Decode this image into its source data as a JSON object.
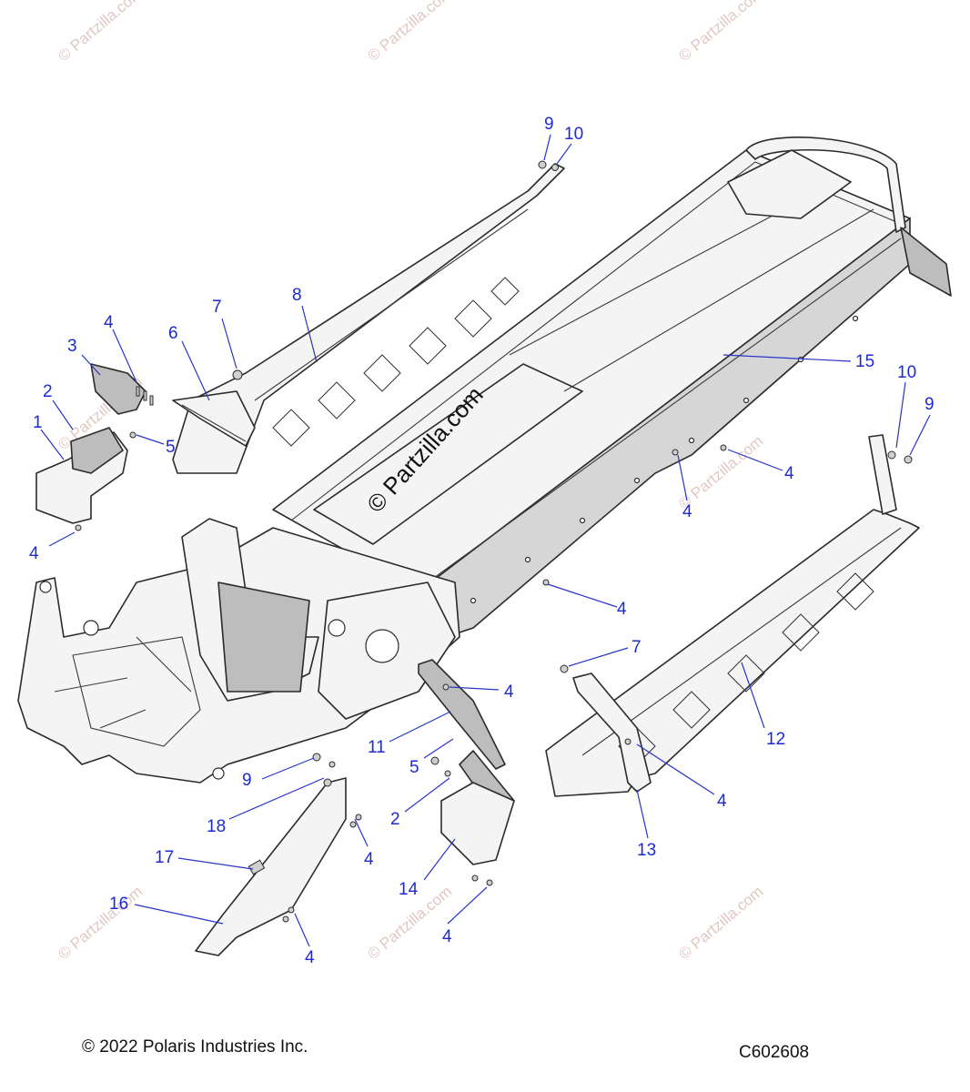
{
  "watermark": "© Partzilla.com",
  "center_watermark": "© Partzilla.com",
  "footer": {
    "copyright": "© 2022 Polaris Industries Inc.",
    "diagram_code": "C602608"
  },
  "callouts": [
    {
      "id": "c1",
      "label": "1"
    },
    {
      "id": "c2a",
      "label": "2"
    },
    {
      "id": "c3",
      "label": "3"
    },
    {
      "id": "c4a",
      "label": "4"
    },
    {
      "id": "c5a",
      "label": "5"
    },
    {
      "id": "c6",
      "label": "6"
    },
    {
      "id": "c7a",
      "label": "7"
    },
    {
      "id": "c8",
      "label": "8"
    },
    {
      "id": "c9a",
      "label": "9"
    },
    {
      "id": "c10a",
      "label": "10"
    },
    {
      "id": "c15",
      "label": "15"
    },
    {
      "id": "c10b",
      "label": "10"
    },
    {
      "id": "c9b",
      "label": "9"
    },
    {
      "id": "c4b",
      "label": "4"
    },
    {
      "id": "c4c",
      "label": "4"
    },
    {
      "id": "c4d",
      "label": "4"
    },
    {
      "id": "c4e",
      "label": "4"
    },
    {
      "id": "c7b",
      "label": "7"
    },
    {
      "id": "c4f",
      "label": "4"
    },
    {
      "id": "c12",
      "label": "12"
    },
    {
      "id": "c11",
      "label": "11"
    },
    {
      "id": "c5b",
      "label": "5"
    },
    {
      "id": "c9c",
      "label": "9"
    },
    {
      "id": "c4g",
      "label": "4"
    },
    {
      "id": "c13",
      "label": "13"
    },
    {
      "id": "c18",
      "label": "18"
    },
    {
      "id": "c2b",
      "label": "2"
    },
    {
      "id": "c4h",
      "label": "4"
    },
    {
      "id": "c17",
      "label": "17"
    },
    {
      "id": "c14",
      "label": "14"
    },
    {
      "id": "c16",
      "label": "16"
    },
    {
      "id": "c4i",
      "label": "4"
    },
    {
      "id": "c4j",
      "label": "4"
    }
  ]
}
